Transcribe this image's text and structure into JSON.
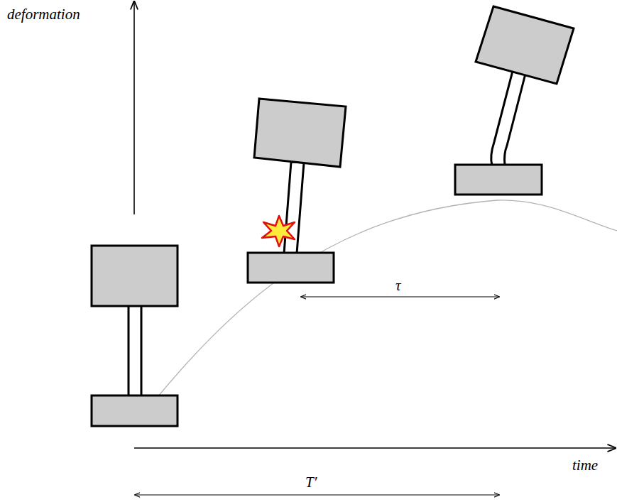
{
  "diagram": {
    "labels": [
      "deformation",
      "time",
      "τ",
      "T′"
    ]
  }
}
